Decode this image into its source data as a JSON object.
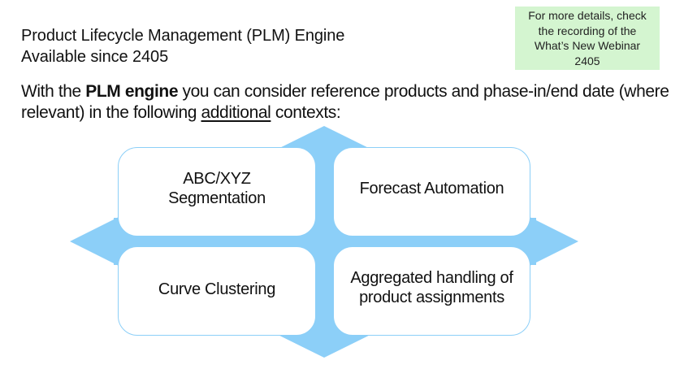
{
  "title": {
    "line1": "Product Lifecycle Management (PLM) Engine",
    "line2": "Available since 2405"
  },
  "note": {
    "lines": [
      "For more details, check",
      "the recording of the",
      "What’s New Webinar",
      "2405"
    ],
    "background": "#d4f5d0"
  },
  "intro": {
    "prefix": "With the ",
    "bold": "PLM engine",
    "middle": " you can consider reference products and phase-in/end date (where relevant) in the following ",
    "underlined": "additional",
    "suffix": " contexts:"
  },
  "diagram": {
    "arrow_color": "#8ccff8",
    "box_border_color": "#8ccff8",
    "directions": [
      "up",
      "left",
      "right",
      "down"
    ],
    "boxes": [
      {
        "position": "top-left",
        "lines": [
          "ABC/XYZ",
          "Segmentation"
        ]
      },
      {
        "position": "top-right",
        "lines": [
          "Forecast Automation"
        ]
      },
      {
        "position": "bottom-left",
        "lines": [
          "Curve Clustering"
        ]
      },
      {
        "position": "bottom-right",
        "lines": [
          "Aggregated handling of",
          "product assignments"
        ]
      }
    ]
  }
}
